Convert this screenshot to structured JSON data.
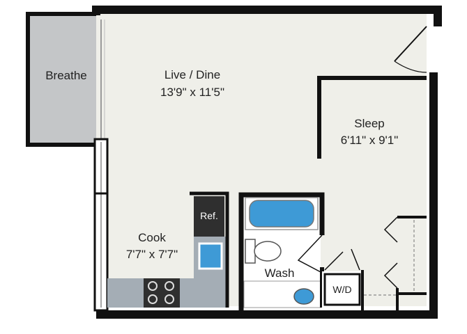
{
  "rooms": {
    "breathe": {
      "name": "Breathe"
    },
    "live_dine": {
      "name": "Live / Dine",
      "dimensions": "13'9\" x 11'5\""
    },
    "sleep": {
      "name": "Sleep",
      "dimensions": "6'11\" x 9'1\""
    },
    "cook": {
      "name": "Cook",
      "dimensions": "7'7\" x 7'7\""
    },
    "wash": {
      "name": "Wash"
    }
  },
  "fixtures": {
    "refrigerator": "Ref.",
    "washer_dryer": "W/D"
  },
  "colors": {
    "floor": "#efefe9",
    "wall": "#111111",
    "balcony": "#c4c6c8",
    "counter": "#a4adb5",
    "bath_blue": "#3e9ad6",
    "appliance_dark": "#2f2f2f"
  }
}
